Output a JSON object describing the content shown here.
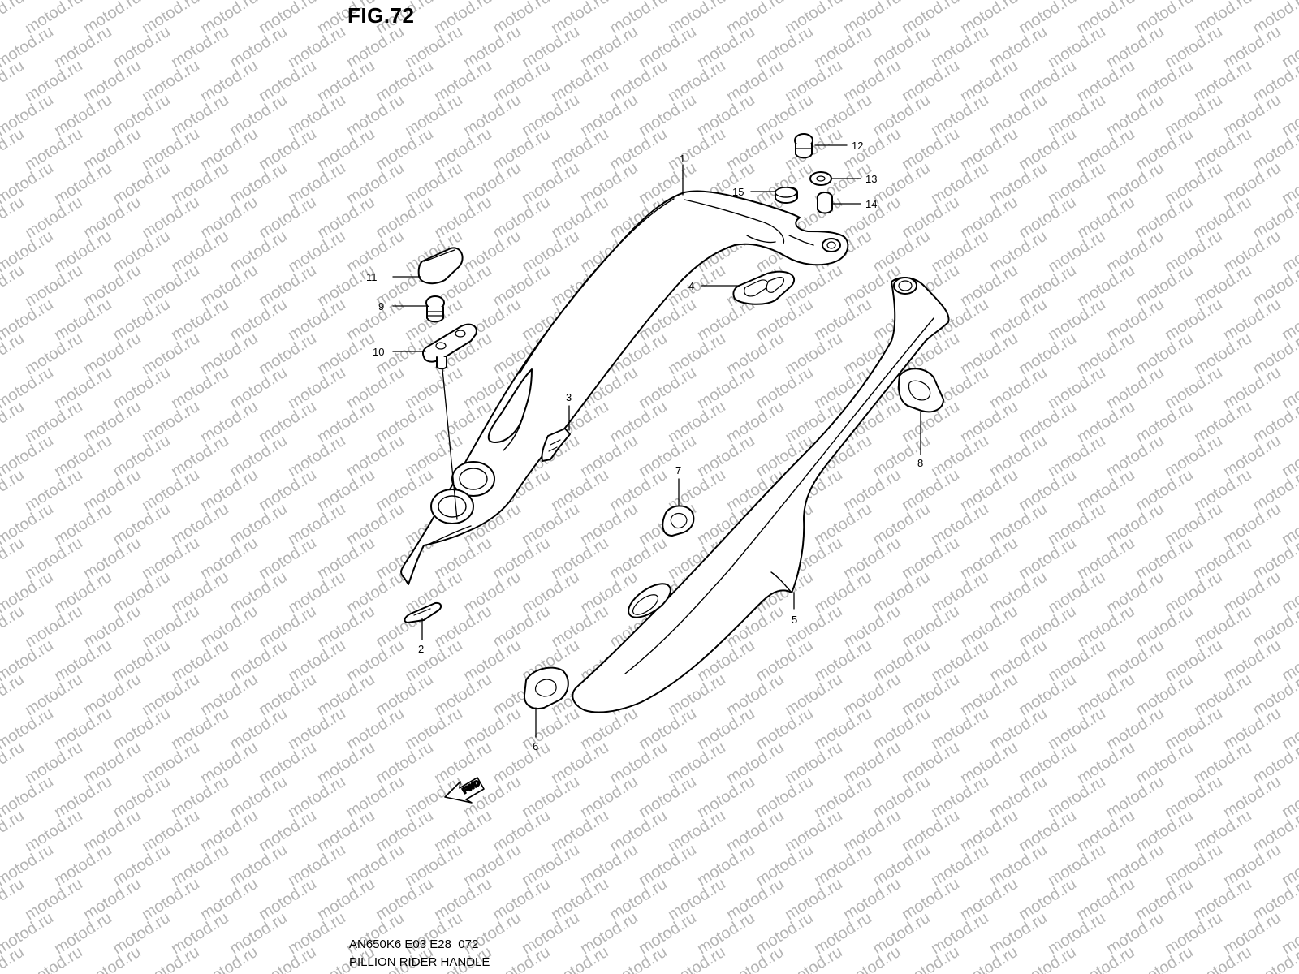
{
  "figure": {
    "title": "FIG.72",
    "code": "AN650K6 E03 E28_072",
    "name": "PILLION RIDER HANDLE"
  },
  "watermark": {
    "text": "motod.ru",
    "color": "#b4b4b4"
  },
  "direction_badge": {
    "text": "FWD",
    "icon": "forward-arrow-icon"
  },
  "callouts": [
    {
      "id": "1",
      "label": "1"
    },
    {
      "id": "2",
      "label": "2"
    },
    {
      "id": "3",
      "label": "3"
    },
    {
      "id": "4",
      "label": "4"
    },
    {
      "id": "5",
      "label": "5"
    },
    {
      "id": "6",
      "label": "6"
    },
    {
      "id": "7",
      "label": "7"
    },
    {
      "id": "8",
      "label": "8"
    },
    {
      "id": "9",
      "label": "9"
    },
    {
      "id": "10",
      "label": "10"
    },
    {
      "id": "11",
      "label": "11"
    },
    {
      "id": "12",
      "label": "12"
    },
    {
      "id": "13",
      "label": "13"
    },
    {
      "id": "14",
      "label": "14"
    },
    {
      "id": "15",
      "label": "15"
    }
  ],
  "colors": {
    "line": "#000000",
    "background": "#ffffff"
  }
}
